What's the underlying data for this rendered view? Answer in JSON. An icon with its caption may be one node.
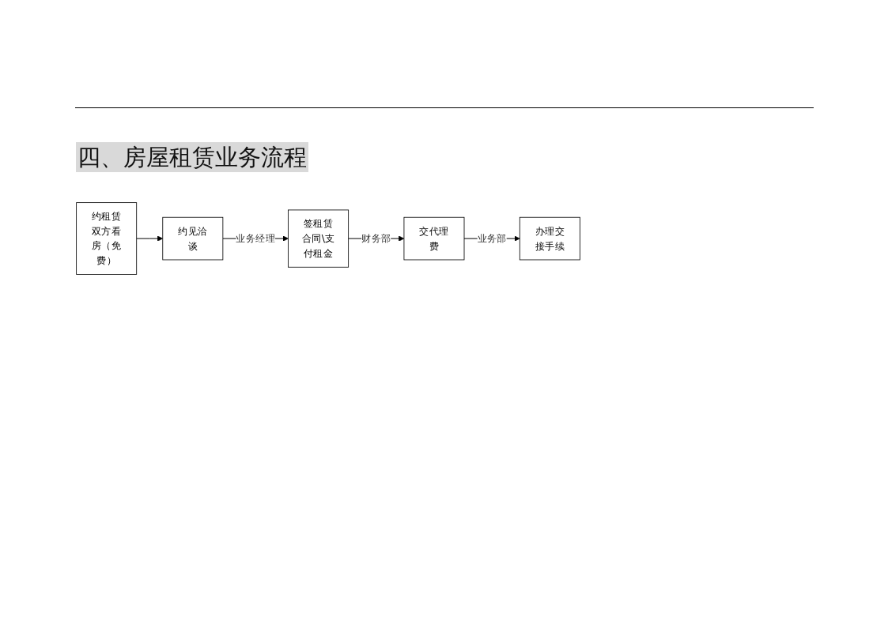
{
  "diagram": {
    "title": "四、房屋租赁业务流程",
    "nodes": [
      {
        "text": [
          "约租赁双方看房（免费）"
        ]
      },
      {
        "text": [
          "约见洽谈"
        ]
      },
      {
        "text": [
          "签租赁合同\\支付租金"
        ]
      },
      {
        "text": [
          "交代理费"
        ]
      },
      {
        "text": [
          "办理交接手续"
        ]
      }
    ],
    "edges": [
      {
        "from": 0,
        "to": 1,
        "arrow": "to"
      },
      {
        "from": 1,
        "to": 2,
        "arrow": "to",
        "label": "业务经理"
      },
      {
        "from": 2,
        "to": 3,
        "arrow": "to",
        "label": "财务部"
      },
      {
        "from": 3,
        "to": 4,
        "arrow": "to",
        "label": "业务部"
      }
    ]
  }
}
